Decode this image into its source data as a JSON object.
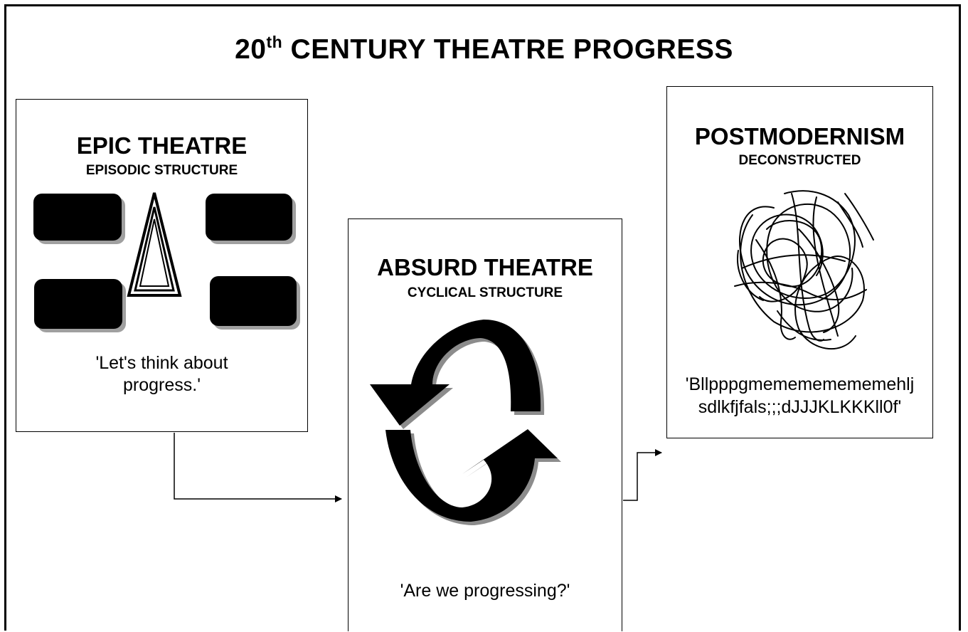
{
  "title": {
    "main": "20",
    "sup": "th",
    "rest": " CENTURY THEATRE PROGRESS"
  },
  "epic": {
    "heading": "EPIC THEATRE",
    "subheading": "EPISODIC STRUCTURE",
    "quote_line1": "'Let's think about",
    "quote_line2": "progress.'"
  },
  "absurd": {
    "heading": "ABSURD THEATRE",
    "subheading": "CYCLICAL STRUCTURE",
    "quote": "'Are we progressing?'"
  },
  "postmodern": {
    "heading": "POSTMODERNISM",
    "subheading": "DECONSTRUCTED",
    "quote_line1": "'Bllpppgmemememememehlj",
    "quote_line2": "sdlkfjfals;;;dJJJKLKKKll0f'"
  },
  "colors": {
    "ink": "#000000",
    "shadow": "#a0a0a0",
    "background": "#ffffff"
  }
}
